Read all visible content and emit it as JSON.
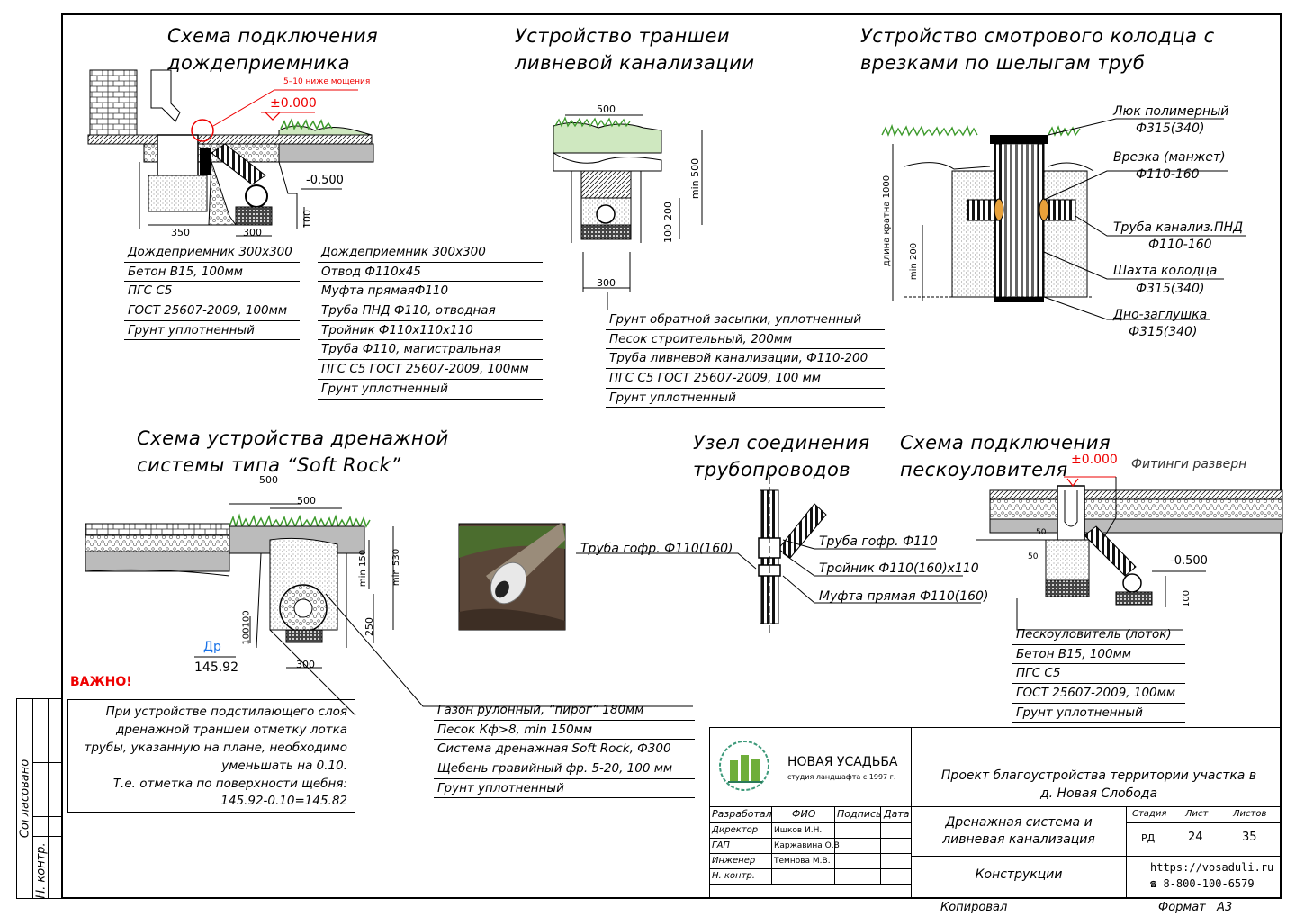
{
  "titles": {
    "rain_inlet": "Схема подключения\nдождеприемника",
    "trench": "Устройство траншеи\nливневой канализации",
    "manhole": "Устройство смотрового колодца с\nврезками по шелыгам труб",
    "softrock": "Схема устройства дренажной\nсистемы типа “Soft Rock”",
    "pipe_joint": "Узел соединения\nтрубопроводов",
    "sand_trap": "Схема подключения\nпескоуловителя"
  },
  "rain_inlet": {
    "note_red": "5–10 ниже мощения",
    "level_zero": "±0.000",
    "level_minus": "-0.500",
    "dim_350": "350",
    "dim_300": "300",
    "dim_100": "100",
    "spec_left": [
      "Дождеприемник 300х300",
      "Бетон В15, 100мм",
      "ПГС С5",
      "ГОСТ 25607-2009, 100мм",
      "Грунт уплотненный"
    ],
    "spec_right": [
      "Дождеприемник 300х300",
      "Отвод Ф110х45",
      "Муфта прямаяФ110",
      "Труба ПНД Ф110, отводная",
      "Тройник Ф110х110х110",
      "Труба Ф110, магистральная",
      "ПГС С5 ГОСТ 25607-2009, 100мм",
      "Грунт уплотненный"
    ]
  },
  "trench": {
    "dim_500": "500",
    "dim_min500": "min 500",
    "dim_200": "200",
    "dim_100": "100",
    "dim_300": "300",
    "spec": [
      "Грунт обратной засыпки, уплотненный",
      "Песок строительный, 200мм",
      "Труба ливневой канализации, Ф110-200",
      "ПГС С5 ГОСТ 25607-2009, 100 мм",
      "Грунт уплотненный"
    ]
  },
  "manhole": {
    "dim_length": "длина кратна 1000",
    "dim_min200": "min 200",
    "labels": [
      {
        "name": "Люк полимерный",
        "size": "Ф315(340)"
      },
      {
        "name": "Врезка (манжет)",
        "size": "Ф110-160"
      },
      {
        "name": "Труба канализ.ПНД",
        "size": "Ф110-160"
      },
      {
        "name": "Шахта колодца",
        "size": "Ф315(340)"
      },
      {
        "name": "Дно-заглушка",
        "size": "Ф315(340)"
      }
    ]
  },
  "softrock": {
    "dim_500a": "500",
    "dim_500b": "500",
    "dim_min150": "min 150",
    "dim_530": "min 530",
    "dim_250": "250",
    "dim_100100": "100100",
    "dim_300": "300",
    "level_label": "Др",
    "level_value": "145.92",
    "spec": [
      "Газон рулонный, “пирог” 180мм",
      "Песок Кф>8, min 150мм",
      "Система дренажная Soft Rock, Ф300",
      "Щебень гравийный фр. 5-20, 100 мм",
      "Грунт уплотненный"
    ]
  },
  "important": {
    "title": "ВАЖНО!",
    "lines": [
      "При устройстве подстилающего слоя",
      "дренажной траншеи отметку лотка",
      "трубы, указанную на плане, необходимо",
      "уменьшать на 0.10.",
      "Т.е. отметка по поверхности щебня:",
      "145.92-0.10=145.82"
    ]
  },
  "pipe_joint": {
    "left_label": "Труба гофр. Ф110(160)",
    "right_labels": [
      "Труба гофр. Ф110",
      "Тройник Ф110(160)х110",
      "Муфта прямая Ф110(160)"
    ]
  },
  "sand_trap": {
    "level_zero": "±0.000",
    "fittings": "Фитинги разверн",
    "level_minus": "-0.500",
    "dim_50a": "50",
    "dim_50b": "50",
    "dim_100": "100",
    "spec": [
      "Пескоуловитель (лоток)",
      "Бетон В15, 100мм",
      "ПГС С5",
      "ГОСТ 25607-2009, 100мм",
      "Грунт уплотненный"
    ]
  },
  "stamp": {
    "company": "НОВАЯ УСАДЬБА",
    "company_sub": "студия ландшафта с 1997 г.",
    "project": "Проект благоустройства территории участка в\nд. Новая Слобода",
    "section": "Дренажная система и\nливневая канализация",
    "sheet_title": "Конструкции",
    "headers": {
      "stage": "Стадия",
      "sheet": "Лист",
      "sheets": "Листов"
    },
    "values": {
      "stage": "РД",
      "sheet": "24",
      "sheets": "35"
    },
    "role_headers": {
      "role": "Разработал",
      "fio": "ФИО",
      "sign": "Подпись",
      "date": "Дата"
    },
    "people": [
      {
        "role": "Директор",
        "fio": "Ишков И.Н."
      },
      {
        "role": "ГАП",
        "fio": "Каржавина О.В"
      },
      {
        "role": "Инженер",
        "fio": "Темнова М.В."
      },
      {
        "role": "Н. контр.",
        "fio": ""
      }
    ],
    "url": "https://vosaduli.ru",
    "phone": "☎ 8-800-100-6579",
    "copied": "Копировал",
    "format": "Формат   А3",
    "side_agreed": "Согласовано",
    "side_control": "Н. контр."
  },
  "colors": {
    "line": "#000000",
    "accent_red": "#e00000",
    "grass": "#3d9a2c",
    "gravel": "#d9d9d9",
    "level_blue": "#1a73e8"
  }
}
